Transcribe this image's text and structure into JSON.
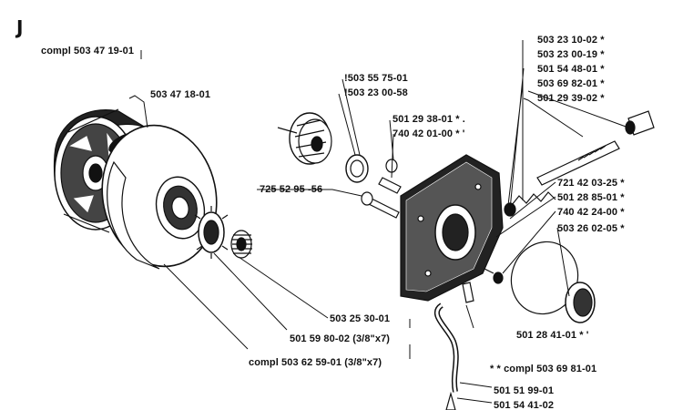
{
  "section_letter": "J",
  "labels": {
    "compl_clutch": "compl 503 47 19-01",
    "clutch_shoe": "503 47 18-01",
    "pulley_a": "!503 55 75-01",
    "pulley_b": "!503 23 00-58",
    "bolt_a": "501 29 38-01  *  .",
    "bolt_b": "740 42 01-00  *  '",
    "screw_long": "725 52 95 -56",
    "r1": "503 23 10-02  *",
    "r2": "503 23 00-19  *",
    "r3": "501 54 48-01  *",
    "r4": "503 69 82-01  *",
    "r5": "501 29 39-02  *",
    "r6": "721 42 03-25  *",
    "r7": "501 28 85-01  *",
    "r8": "740 42 24-00 *",
    "r9": "503 26 02-05  *",
    "drum": "503 25 30-01",
    "sprocket": "501 59 80-02 (3/8\"x7)",
    "compl_drum": "compl 503 62 59-01 (3/8\"x7)",
    "oil_pump": "501 28 41-01  * '",
    "compl_kit": "* *  compl 503 69 81-01",
    "hose1": "501 51 99-01",
    "hose2": "501 54 41-02"
  }
}
